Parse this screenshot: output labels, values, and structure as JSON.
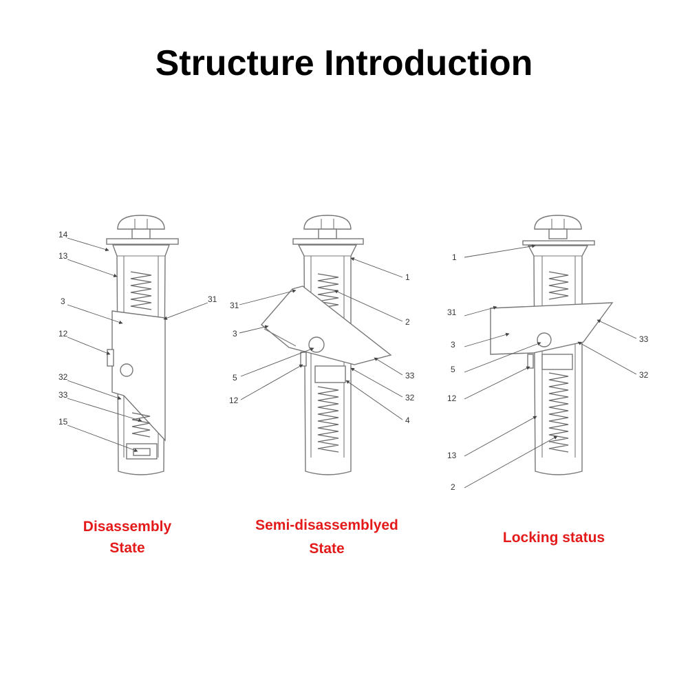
{
  "title": "Structure Introduction",
  "states": [
    {
      "caption": [
        "Disassembly",
        "State"
      ],
      "callouts": [
        "14",
        "13",
        "3",
        "12",
        "32",
        "33",
        "15",
        "31"
      ]
    },
    {
      "caption": [
        "Semi-disassemblyed",
        "State"
      ],
      "callouts": [
        "31",
        "3",
        "5",
        "12",
        "1",
        "2",
        "33",
        "32",
        "4"
      ]
    },
    {
      "caption": [
        "Locking status"
      ],
      "callouts": [
        "1",
        "31",
        "3",
        "5",
        "12",
        "13",
        "2",
        "33",
        "32"
      ]
    }
  ],
  "colors": {
    "caption": "#e41a1a",
    "title": "#000000",
    "line": "#777777"
  }
}
